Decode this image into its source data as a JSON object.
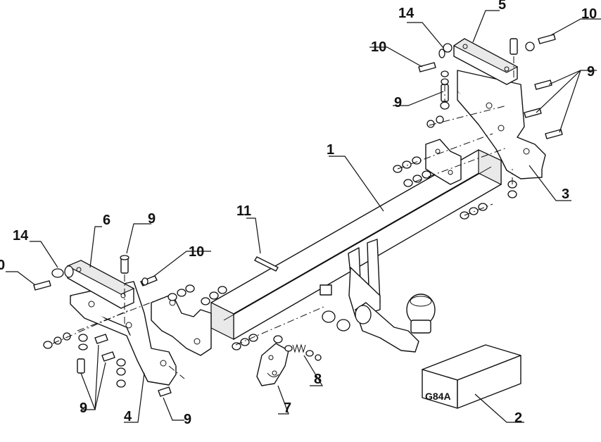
{
  "labels": {
    "p1": "1",
    "p2": "2",
    "p3": "3",
    "p4": "4",
    "p5": "5",
    "p6": "6",
    "p7": "7",
    "p8": "8",
    "p9a": "9",
    "p9b": "9",
    "p9c": "9",
    "p9d": "9",
    "p9e": "9",
    "p10a": "10",
    "p10b": "10",
    "p10c": "10",
    "p10d": "0",
    "p11": "11",
    "p14a": "14",
    "p14b": "14"
  },
  "box": {
    "code": "G84A"
  }
}
